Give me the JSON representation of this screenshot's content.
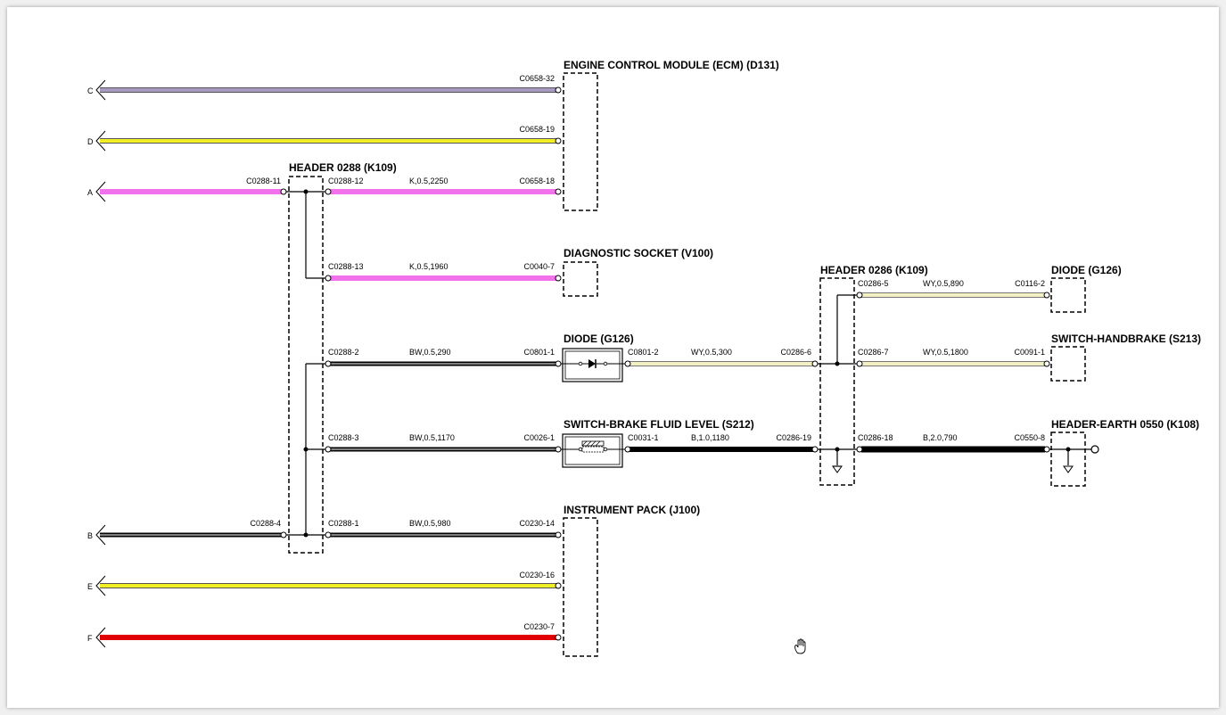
{
  "colors": {
    "grey_violet": "#a79bc4",
    "yellow": "#f2ef25",
    "pink": "#f272ec",
    "cream": "#f3f0c4",
    "black": "#000000",
    "red": "#e00000"
  },
  "ends": {
    "c": "C",
    "d": "D",
    "a": "A",
    "b": "B",
    "e": "E",
    "f": "F"
  },
  "components": {
    "ecm": "ENGINE CONTROL MODULE (ECM) (D131)",
    "header0288": "HEADER 0288 (K109)",
    "diag_socket": "DIAGNOSTIC SOCKET (V100)",
    "diode1": "DIODE (G126)",
    "switch_brake_fluid": "SWITCH-BRAKE FLUID LEVEL (S212)",
    "instrument_pack": "INSTRUMENT PACK (J100)",
    "header0286": "HEADER 0286 (K109)",
    "diode2": "DIODE (G126)",
    "switch_handbrake": "SWITCH-HANDBRAKE (S213)",
    "header_earth": "HEADER-EARTH 0550 (K108)"
  },
  "pins": {
    "c0658_32": "C0658-32",
    "c0658_19": "C0658-19",
    "c0658_18": "C0658-18",
    "c0288_11": "C0288-11",
    "c0288_12": "C0288-12",
    "c0288_13": "C0288-13",
    "c0040_7": "C0040-7",
    "c0288_2": "C0288-2",
    "c0801_1": "C0801-1",
    "c0801_2": "C0801-2",
    "c0286_6": "C0286-6",
    "c0288_3": "C0288-3",
    "c0026_1": "C0026-1",
    "c0031_1": "C0031-1",
    "c0286_19": "C0286-19",
    "c0288_4": "C0288-4",
    "c0288_1": "C0288-1",
    "c0230_14": "C0230-14",
    "c0230_16": "C0230-16",
    "c0230_7": "C0230-7",
    "c0286_5": "C0286-5",
    "c0116_2": "C0116-2",
    "c0286_7": "C0286-7",
    "c0091_1": "C0091-1",
    "c0286_18": "C0286-18",
    "c0550_8": "C0550-8"
  },
  "wires": {
    "w12": "K,0.5,2250",
    "w13": "K,0.5,1960",
    "w2": "BW,0.5,290",
    "w_diode": "WY,0.5,300",
    "w3": "BW,0.5,1170",
    "w_sbf": "B,1.0,1180",
    "w1": "BW,0.5,980",
    "w_hdr5": "WY,0.5,890",
    "w_hdr7": "WY,0.5,1800",
    "w_hdr18": "B,2.0,790"
  },
  "cursor": "hand-cursor-icon"
}
